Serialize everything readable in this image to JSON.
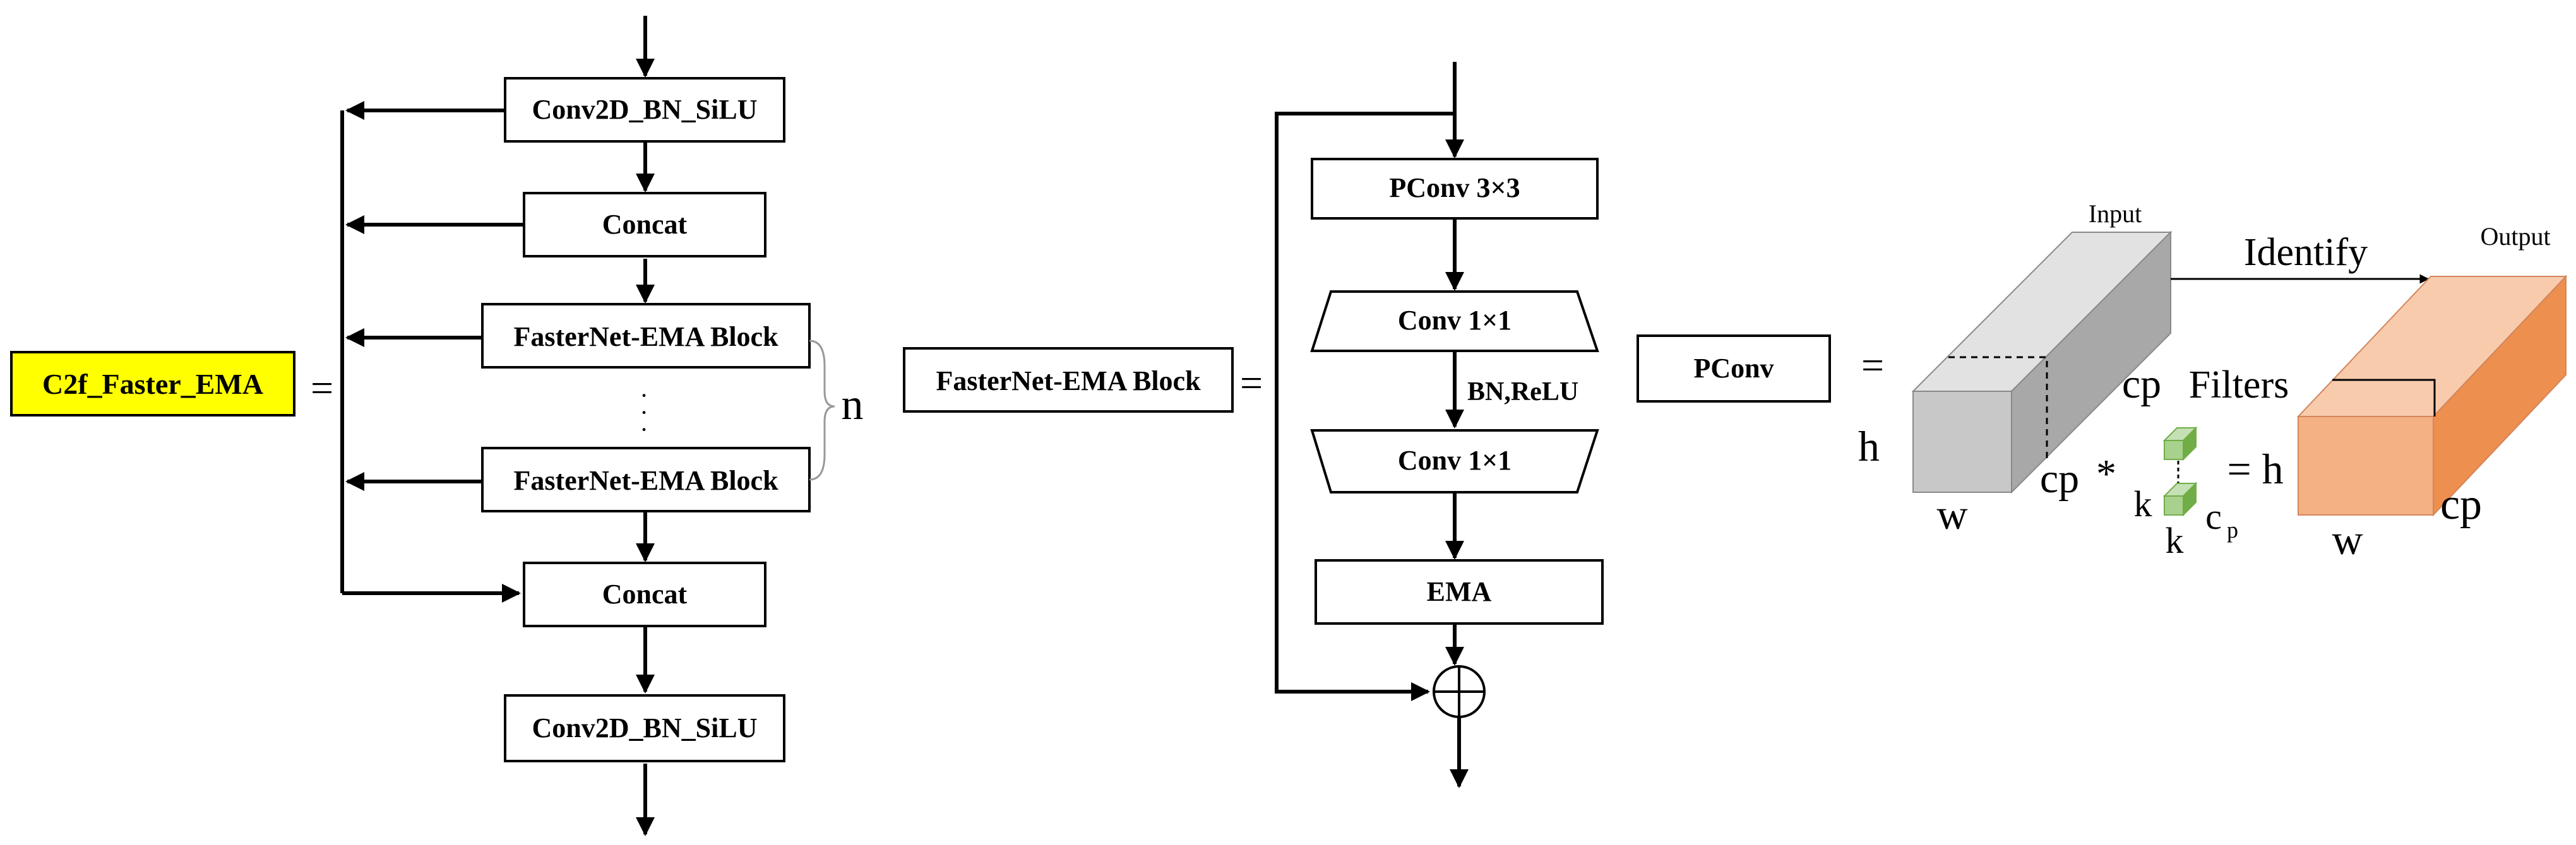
{
  "left": {
    "module_label": "C2f_Faster_EMA",
    "equals": "=",
    "conv_top": "Conv2D_BN_SiLU",
    "concat_top": "Concat",
    "block_1": "FasterNet-EMA Block",
    "ellipsis": "·",
    "block_n": "FasterNet-EMA Block",
    "repeat_label": "n",
    "concat_bottom": "Concat",
    "conv_bottom": "Conv2D_BN_SiLU",
    "colors": {
      "label_fill": "#ffff00"
    }
  },
  "middle": {
    "block_label": "FasterNet-EMA Block",
    "equals": "=",
    "pconv": "PConv 3×3",
    "conv1": "Conv 1×1",
    "bn_relu": "BN,ReLU",
    "conv2": "Conv 1×1",
    "ema": "EMA",
    "add_symbol": "⊕"
  },
  "right": {
    "pconv_label": "PConv",
    "equals": "=",
    "input_title": "Input",
    "output_title": "Output",
    "identify": "Identify",
    "h_in": "h",
    "w_in": "w",
    "cp_in_top": "cp",
    "cp_in_bottom": "cp",
    "star": "*",
    "filters": "Filters",
    "k_left": "k",
    "k_bottom": "k",
    "cp_filter": "c",
    "cp_filter_sub": "p",
    "eq_h": "= h",
    "w_out": "w",
    "cp_out": "cp",
    "colors": {
      "input_front": "#c8c8c8",
      "input_top": "#e2e2e2",
      "input_side": "#a8a8a8",
      "output_front": "#f4b183",
      "output_top": "#f8cbad",
      "output_side": "#ed8f4e",
      "filter_green": "#a9d18e",
      "filter_green_dark": "#70ad47"
    }
  }
}
